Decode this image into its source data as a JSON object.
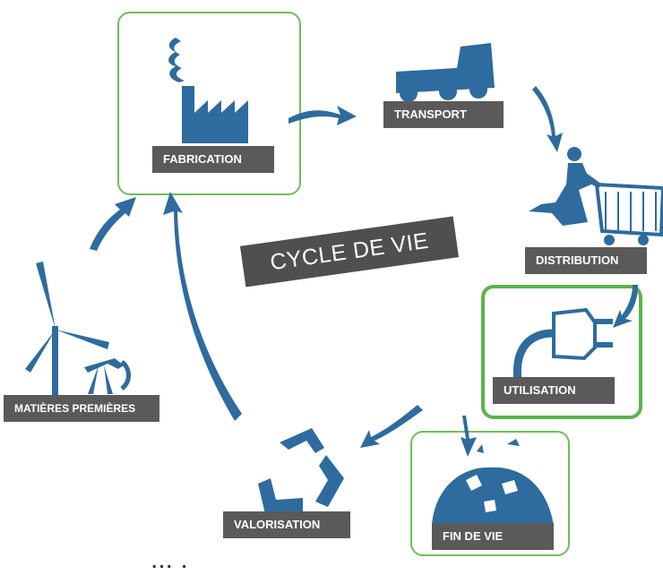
{
  "title": "CYCLE DE VIE",
  "stages": {
    "fabrication": "FABRICATION",
    "transport": "TRANSPORT",
    "distribution": "DISTRIBUTION",
    "utilisation": "UTILISATION",
    "fin_de_vie": "FIN DE VIE",
    "valorisation": "VALORISATION",
    "matieres_premieres": "MATIÈRES PREMIÈRES"
  },
  "icons": {
    "fabrication": "factory-icon",
    "transport": "truck-icon",
    "distribution": "shopping-cart-icon",
    "utilisation": "electric-plug-icon",
    "fin_de_vie": "landfill-icon",
    "valorisation": "recycle-icon",
    "matieres_premieres": "wind-turbine-icon"
  },
  "colors": {
    "icon_blue": "#2e6b9e",
    "label_grey": "#5a5a5a",
    "frame_green": "#6cbf5a"
  },
  "bottom_fragment": "... ."
}
